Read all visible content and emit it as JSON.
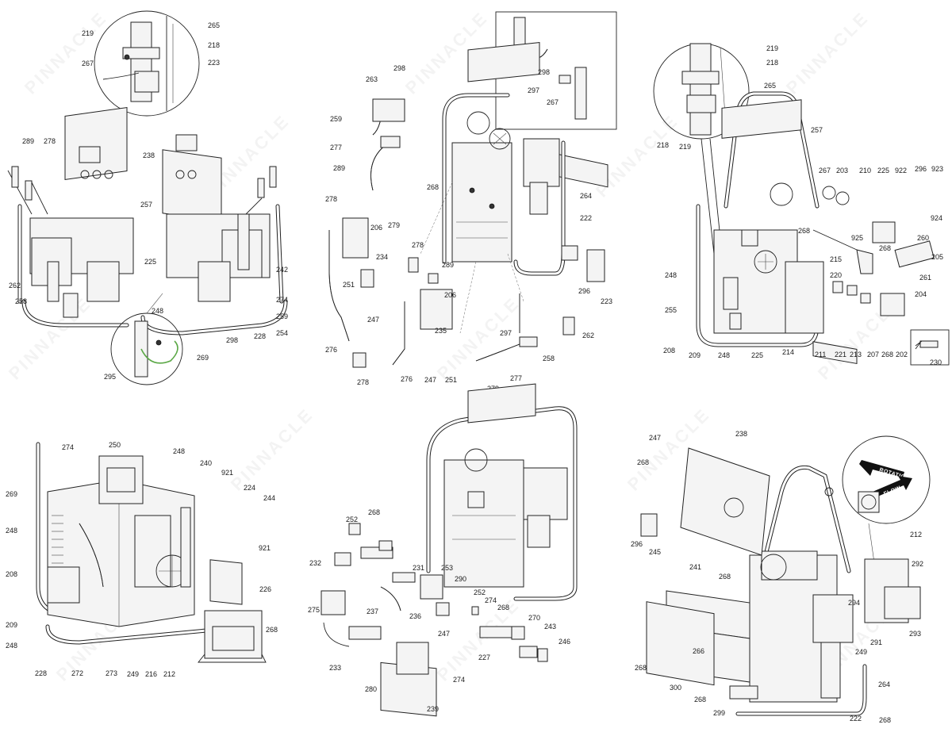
{
  "watermark": {
    "text": "PINNACLE"
  },
  "panels": {
    "top_left": [
      "219",
      "265",
      "218",
      "267",
      "223",
      "289",
      "278",
      "238",
      "257",
      "225",
      "242",
      "262",
      "258",
      "248",
      "274",
      "259",
      "254",
      "228",
      "298",
      "269",
      "295"
    ],
    "top_middle": [
      "298",
      "263",
      "259",
      "277",
      "289",
      "278",
      "206",
      "279",
      "268",
      "264",
      "222",
      "234",
      "251",
      "247",
      "276",
      "278",
      "276",
      "235",
      "247",
      "251",
      "297",
      "279",
      "277",
      "258",
      "262",
      "223",
      "296",
      "297",
      "267",
      "298",
      "289",
      "206",
      "278"
    ],
    "top_right": [
      "219",
      "218",
      "265",
      "257",
      "218",
      "219",
      "267",
      "203",
      "210",
      "225",
      "922",
      "296",
      "923",
      "924",
      "268",
      "260",
      "925",
      "268",
      "215",
      "205",
      "220",
      "261",
      "248",
      "204",
      "255",
      "208",
      "209",
      "248",
      "225",
      "214",
      "211",
      "221",
      "213",
      "207",
      "268",
      "202",
      "230"
    ],
    "bottom_left": [
      "274",
      "250",
      "248",
      "240",
      "921",
      "224",
      "244",
      "269",
      "248",
      "921",
      "208",
      "226",
      "268",
      "209",
      "248",
      "228",
      "272",
      "273",
      "249",
      "216",
      "212"
    ],
    "bottom_middle": [
      "252",
      "268",
      "232",
      "231",
      "253",
      "290",
      "275",
      "237",
      "236",
      "252",
      "274",
      "268",
      "270",
      "243",
      "247",
      "246",
      "227",
      "233",
      "280",
      "239",
      "274"
    ],
    "bottom_right": [
      "247",
      "238",
      "268",
      "296",
      "245",
      "241",
      "268",
      "212",
      "292",
      "294",
      "291",
      "293",
      "249",
      "266",
      "300",
      "268",
      "264",
      "268",
      "299",
      "222",
      "268"
    ]
  },
  "flow_label": {
    "rotation": "ROTATION",
    "flow": "FLOW"
  }
}
